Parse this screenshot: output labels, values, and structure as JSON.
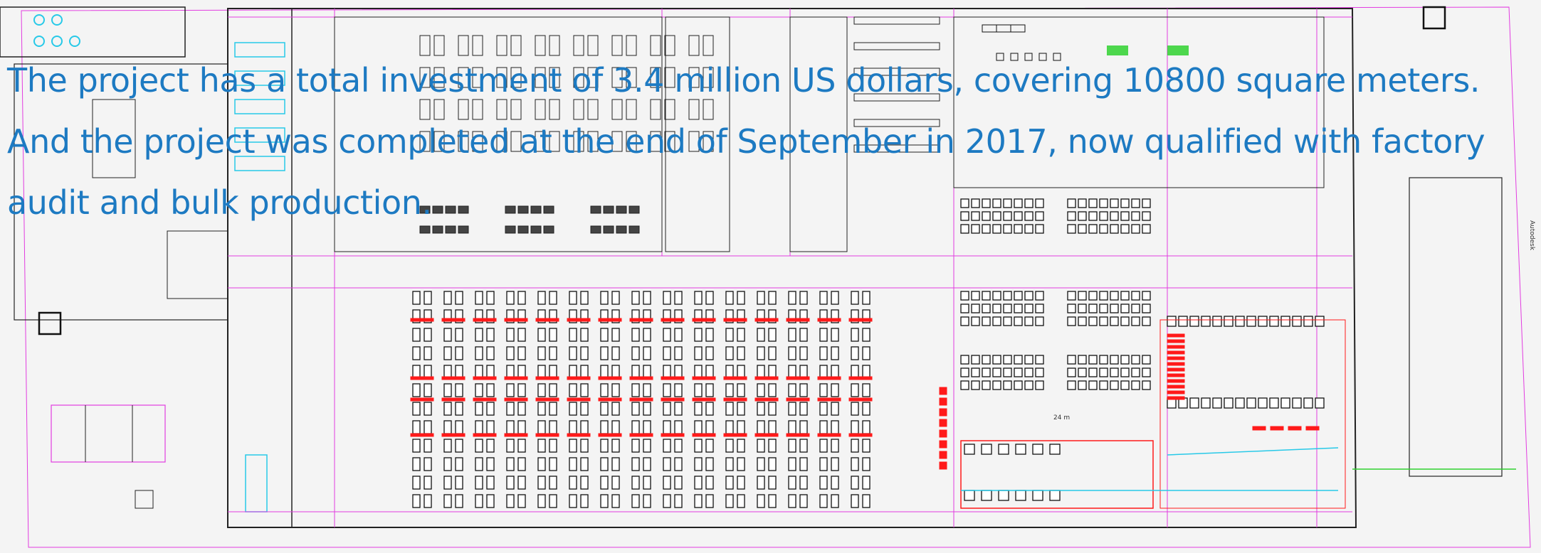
{
  "caption": {
    "line1": "The project has a total investment of 3.4 million US dollars, covering 10800 square meters.",
    "line2": "And the project was completed at the end of September in 2017, now qualified with factory",
    "line3": "audit and bulk production."
  },
  "plan_labels": {
    "area_24": "24 m",
    "watermark": "Autodesk"
  },
  "colors": {
    "caption": "#1d7ac2",
    "wall": "#222222",
    "guide_magenta": "#e23ce0",
    "marker_red": "#ff1a1a",
    "marker_green": "#2fd12f",
    "marker_cyan": "#27c9e8"
  }
}
